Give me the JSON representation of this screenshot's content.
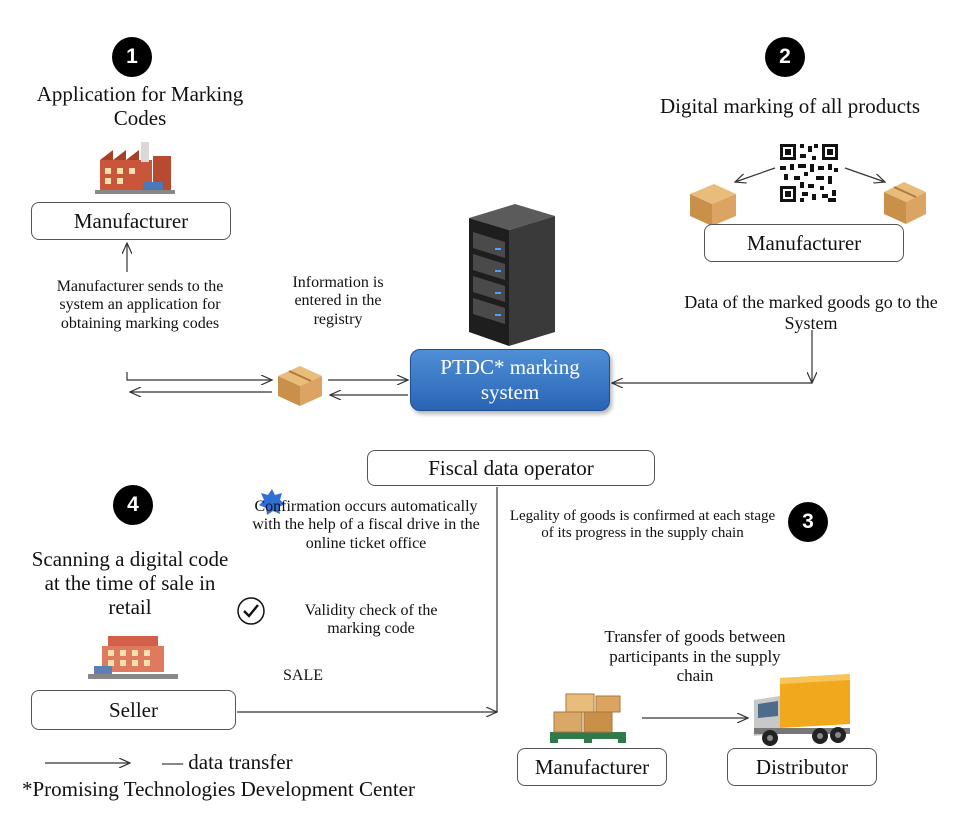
{
  "steps": {
    "s1": {
      "number": "1",
      "title": "Application for Marking Codes",
      "box": "Manufacturer",
      "desc": "Manufacturer sends to the system an application for obtaining marking codes"
    },
    "s2": {
      "number": "2",
      "title": "Digital marking of all products",
      "box": "Manufacturer",
      "desc": "Data of the marked goods go to the System"
    },
    "s3": {
      "number": "3",
      "desc": "Legality of goods is confirmed at each stage of its progress in the supply chain",
      "transfer": "Transfer of goods between participants in the supply chain",
      "box_left": "Manufacturer",
      "box_right": "Distributor"
    },
    "s4": {
      "number": "4",
      "title": "Scanning a digital code at the time of sale in retail",
      "box": "Seller"
    }
  },
  "center": {
    "registry_text": "Information is entered in the registry",
    "system_label": "PTDC* marking system",
    "fiscal_operator": "Fiscal data operator",
    "confirmation_text": "Confirmation occurs automatically with the help of a fiscal drive in the online ticket office",
    "validity_text": "Validity check of the marking code",
    "sale_text": "SALE"
  },
  "legend": {
    "data_transfer": "— data transfer",
    "footnote": "*Promising Technologies Development Center"
  },
  "colors": {
    "system_blue": "#2a64b5",
    "box_border": "#555555",
    "cardboard": "#d9a766",
    "truck_cargo": "#f2a81d",
    "badge_blue": "#2f6fd6"
  }
}
